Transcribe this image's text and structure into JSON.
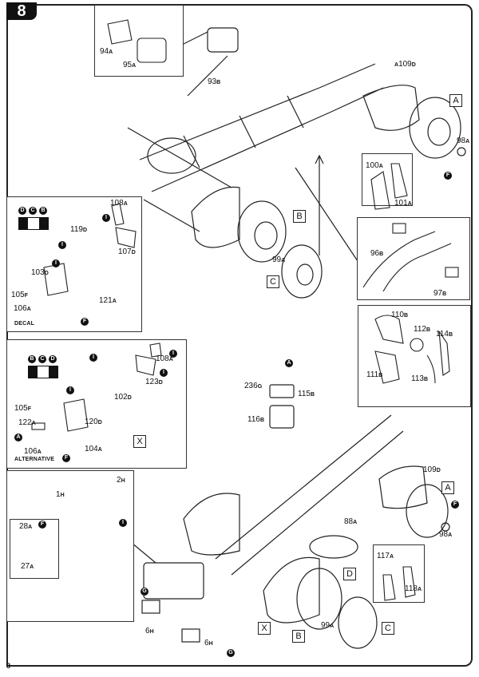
{
  "page": {
    "step_number": "8",
    "page_number": "8"
  },
  "parts": {
    "p94": {
      "num": "94",
      "sprue": "A"
    },
    "p95": {
      "num": "95",
      "sprue": "A"
    },
    "p93": {
      "num": "93",
      "sprue": "B"
    },
    "p109_top": {
      "prefix": "A",
      "num": "109",
      "sprue": "D"
    },
    "p98_top": {
      "num": "98",
      "sprue": "A"
    },
    "p100": {
      "num": "100",
      "sprue": "A"
    },
    "p101": {
      "num": "101",
      "sprue": "A"
    },
    "p99_top": {
      "num": "99",
      "sprue": "A"
    },
    "p96": {
      "num": "96",
      "sprue": "B"
    },
    "p97": {
      "num": "97",
      "sprue": "B"
    },
    "p108_top": {
      "num": "108",
      "sprue": "A"
    },
    "p119": {
      "num": "119",
      "sprue": "D"
    },
    "p107": {
      "num": "107",
      "sprue": "D"
    },
    "p103": {
      "num": "103",
      "sprue": "D"
    },
    "p105_top": {
      "num": "105",
      "sprue": "F"
    },
    "p106_top": {
      "num": "106",
      "sprue": "A"
    },
    "p121": {
      "num": "121",
      "sprue": "A"
    },
    "p108_mid": {
      "num": "108",
      "sprue": "A"
    },
    "p123": {
      "num": "123",
      "sprue": "D"
    },
    "p102": {
      "num": "102",
      "sprue": "D"
    },
    "p105_mid": {
      "num": "105",
      "sprue": "F"
    },
    "p122": {
      "num": "122",
      "sprue": "A"
    },
    "p120": {
      "num": "120",
      "sprue": "D"
    },
    "p106_mid": {
      "num": "106",
      "sprue": "A"
    },
    "p104": {
      "num": "104",
      "sprue": "A"
    },
    "p110": {
      "num": "110",
      "sprue": "B"
    },
    "p112": {
      "num": "112",
      "sprue": "B"
    },
    "p114": {
      "num": "114",
      "sprue": "B"
    },
    "p111": {
      "num": "111",
      "sprue": "B"
    },
    "p113": {
      "num": "113",
      "sprue": "B"
    },
    "p236": {
      "num": "236",
      "sprue": "G"
    },
    "p115": {
      "num": "115",
      "sprue": "B"
    },
    "p116": {
      "num": "116",
      "sprue": "B"
    },
    "p109_bot": {
      "num": "109",
      "sprue": "D"
    },
    "p98_bot": {
      "num": "98",
      "sprue": "A"
    },
    "p88": {
      "num": "88",
      "sprue": "A"
    },
    "p117": {
      "num": "117",
      "sprue": "A"
    },
    "p118": {
      "num": "118",
      "sprue": "A"
    },
    "p99_bot": {
      "num": "99",
      "sprue": "A"
    },
    "p2": {
      "num": "2",
      "sprue": "H"
    },
    "p1": {
      "num": "1",
      "sprue": "H"
    },
    "p28": {
      "num": "28",
      "sprue": "A"
    },
    "p27": {
      "num": "27",
      "sprue": "A"
    },
    "p6a": {
      "num": "6",
      "sprue": "H"
    },
    "p6b": {
      "num": "6",
      "sprue": "H"
    }
  },
  "callout_boxes": {
    "A": "A",
    "B": "B",
    "C": "C",
    "D": "D",
    "X": "X"
  },
  "paint_dots": {
    "F": "F",
    "A": "A",
    "I": "I",
    "G": "G",
    "B": "B",
    "C": "C",
    "D": "D"
  },
  "decal_panel": {
    "label": "DECAL",
    "colors_order": [
      "D",
      "C",
      "B"
    ],
    "stripe_colors": [
      "#111111",
      "#ffffff",
      "#111111"
    ]
  },
  "alternative_panel": {
    "label": "ALTERNATIVE",
    "colors_order": [
      "B",
      "C",
      "D"
    ],
    "stripe_colors": [
      "#111111",
      "#ffffff",
      "#111111"
    ],
    "variant_box": "X"
  }
}
